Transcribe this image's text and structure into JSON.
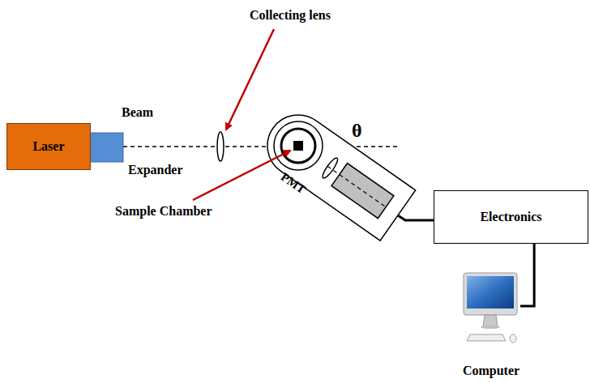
{
  "diagram": {
    "nodes": [
      {
        "text": [
          "Laser"
        ]
      },
      {
        "text": [
          "Electronics"
        ]
      },
      {
        "text": [
          "Computer"
        ]
      }
    ],
    "edges": [
      {
        "from": 1,
        "to": 2,
        "arrow": "none"
      }
    ],
    "labels": [
      "Collecting lens",
      "Beam",
      "Expander",
      "θ",
      "PMT",
      "Sample Chamber"
    ]
  }
}
